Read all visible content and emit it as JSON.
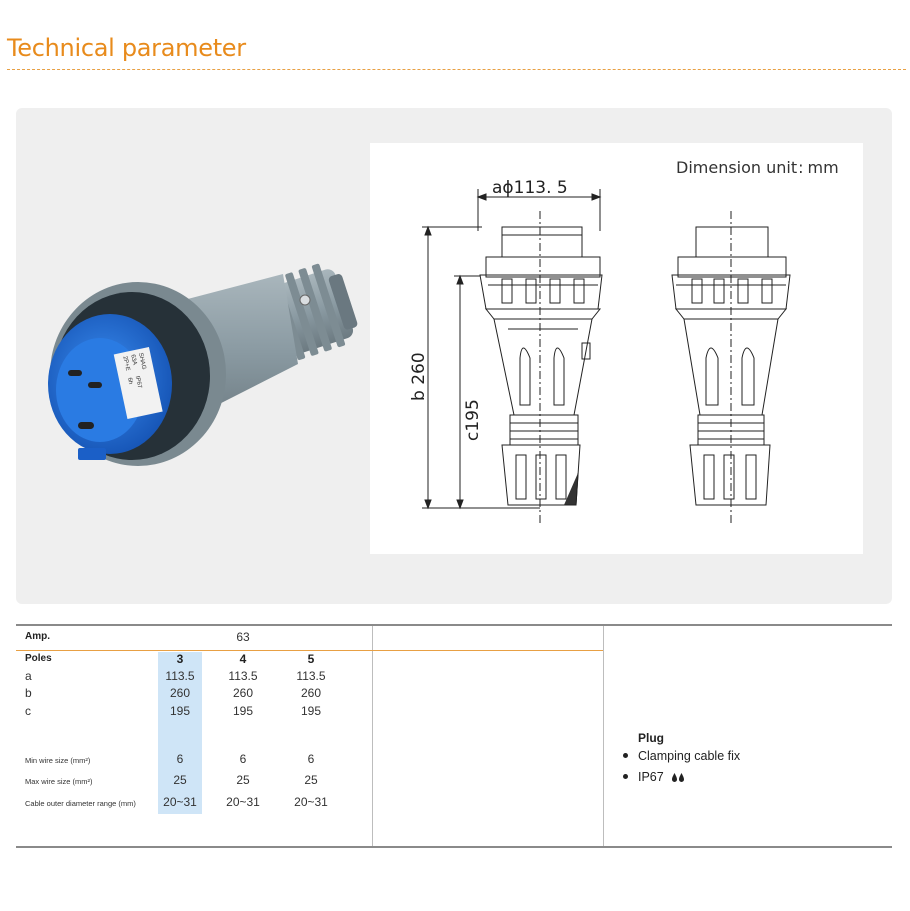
{
  "header": {
    "title": "Technical parameter"
  },
  "drawing": {
    "unit_label": "Dimension unit",
    "unit_colon": ":",
    "unit_value": "mm",
    "dim_a": "aϕ113. 5",
    "dim_b": "b 260",
    "dim_c": "c195"
  },
  "product_photo": {
    "label_lines": [
      "SHAG",
      "63A",
      "IP67",
      "2P+E",
      "6h"
    ]
  },
  "table": {
    "amp_label": "Amp.",
    "amp_value": "63",
    "poles_label": "Poles",
    "poles": [
      "3",
      "4",
      "5"
    ],
    "rows": [
      {
        "label": "a",
        "values": [
          "113.5",
          "113.5",
          "113.5"
        ]
      },
      {
        "label": "b",
        "values": [
          "260",
          "260",
          "260"
        ]
      },
      {
        "label": "c",
        "values": [
          "195",
          "195",
          "195"
        ]
      },
      {
        "label": "Min wire size (mm²)",
        "values": [
          "6",
          "6",
          "6"
        ]
      },
      {
        "label": "Max wire size (mm²)",
        "values": [
          "25",
          "25",
          "25"
        ]
      },
      {
        "label": "Cable outer diameter range (mm)",
        "values": [
          "20~31",
          "20~31",
          "20~31"
        ]
      }
    ]
  },
  "features": {
    "title": "Plug",
    "items": [
      "Clamping cable fix",
      "IP67"
    ]
  },
  "colors": {
    "accent_orange": "#e88b1c",
    "plug_blue": "#1f6fd1",
    "plug_gray": "#8b9ba3",
    "highlight_col": "#cfe5f7"
  }
}
